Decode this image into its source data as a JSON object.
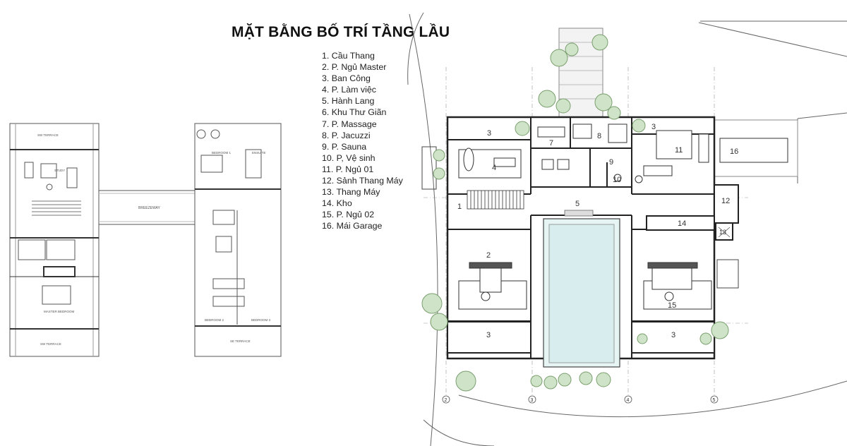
{
  "title": "MẶT BẰNG BỐ TRÍ TẦNG LẦU",
  "legend": [
    "1. Cầu Thang",
    "2. P. Ngủ Master",
    "3. Ban Công",
    "4. P. Làm việc",
    "5. Hành Lang",
    "6. Khu Thư Giãn",
    "7. P. Massage",
    "8. P. Jacuzzi",
    "9. P. Sauna",
    "10. P, Vệ sinh",
    "11. P. Ngủ 01",
    "12. Sảnh Thang Máy",
    "13. Thang Máy",
    "14. Kho",
    "15. P. Ngủ 02",
    "16. Mái Garage"
  ],
  "left_plan": {
    "labels": {
      "sw_terrace_top": "SW TERRACE",
      "study": "STUDY",
      "breezeway": "BREEZEWAY",
      "bedroom1": "BEDROOM 1",
      "ensuite": "ENSUITE",
      "master_bedroom": "MASTER BEDROOM",
      "bedroom2": "BEDROOM 2",
      "bedroom3": "BEDROOM 3",
      "sw_terrace_bottom": "SW TERRACE",
      "se_terrace": "SE TERRACE"
    }
  },
  "right_plan": {
    "room_numbers": {
      "r1": "1",
      "r2": "2",
      "r3a": "3",
      "r3b": "3",
      "r3c": "3",
      "r3d": "3",
      "r4": "4",
      "r5": "5",
      "r7": "7",
      "r8": "8",
      "r9": "9",
      "r10": "10",
      "r11": "11",
      "r12": "12",
      "r13": "13",
      "r14": "14",
      "r15": "15",
      "r16": "16"
    },
    "grid_markers": [
      "2",
      "3",
      "4",
      "5"
    ]
  }
}
